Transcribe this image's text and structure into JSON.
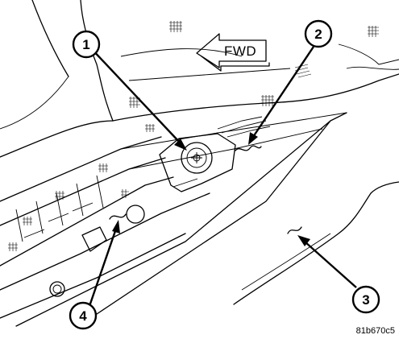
{
  "diagram": {
    "direction_label": "FWD",
    "figure_id": "81b670c5",
    "callouts": [
      {
        "number": "1"
      },
      {
        "number": "2"
      },
      {
        "number": "3"
      },
      {
        "number": "4"
      }
    ]
  }
}
